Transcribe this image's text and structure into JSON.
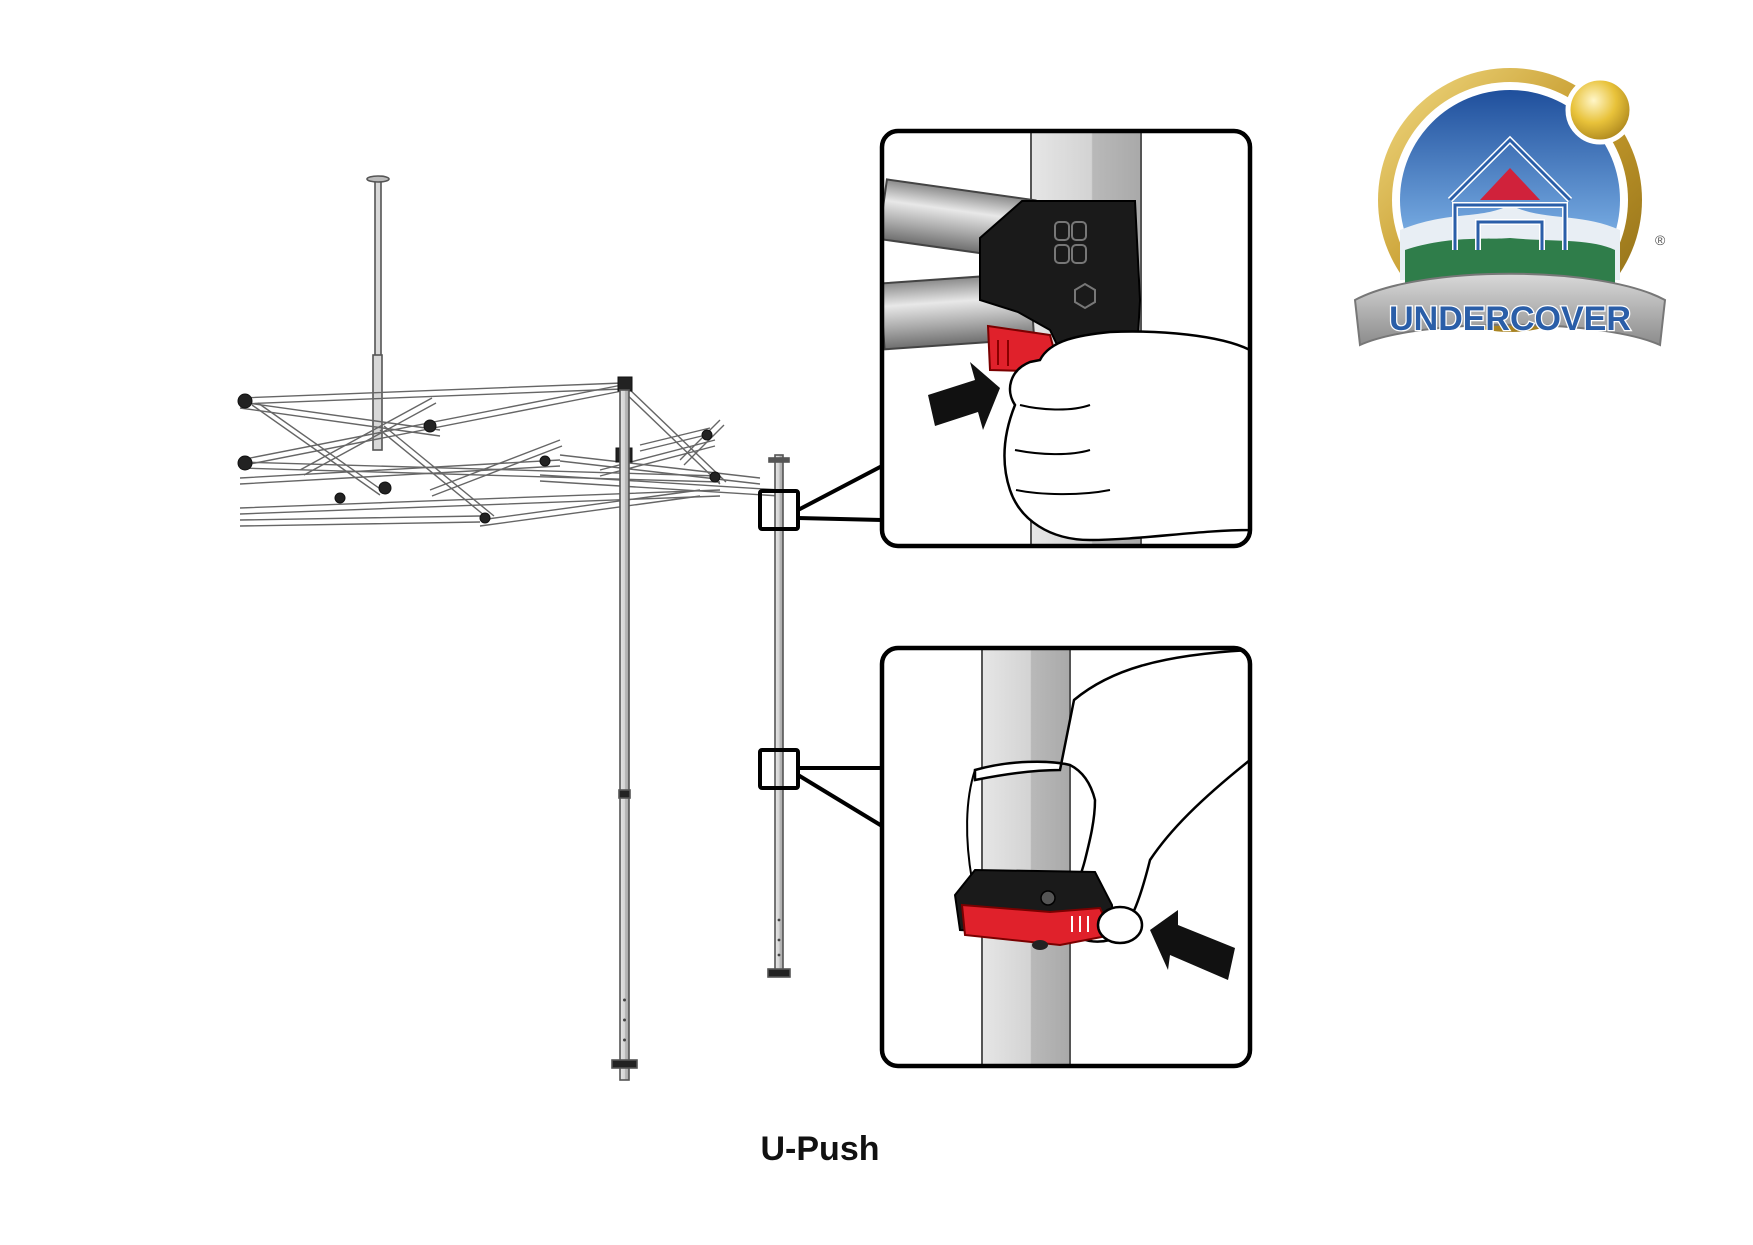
{
  "caption": "U-Push",
  "logo": {
    "brand": "UNDERCOVER",
    "registered_mark": "®"
  },
  "callouts": [
    {
      "name": "upper-slider-detail",
      "shows": "slider-release-button"
    },
    {
      "name": "lower-leg-detail",
      "shows": "leg-push-button"
    }
  ],
  "colors": {
    "frame": "#c8c8c8",
    "frame_outline": "#555555",
    "button_red": "#e0212b",
    "connector_black": "#1a1a1a",
    "logo_gold": "#c9a227",
    "logo_blue": "#2a5ea8",
    "logo_green": "#2f7d4a"
  }
}
